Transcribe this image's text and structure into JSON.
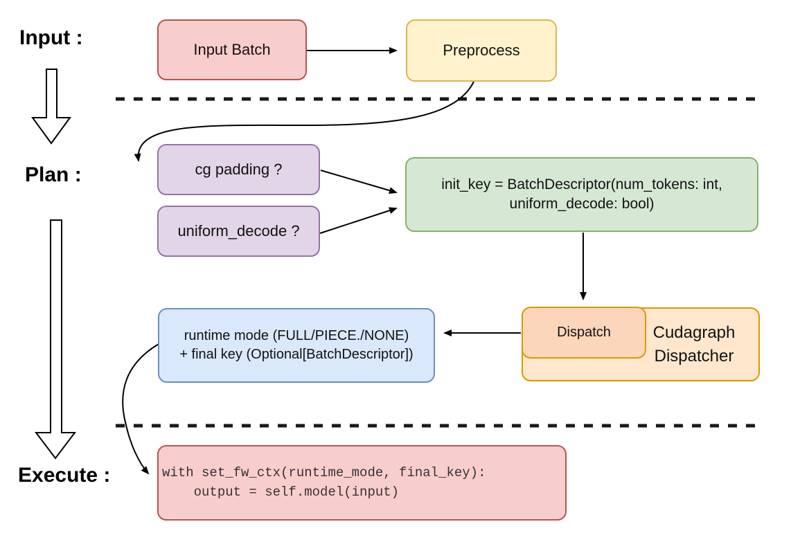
{
  "stage_labels": {
    "input": "Input :",
    "plan": "Plan :",
    "execute": "Execute :"
  },
  "nodes": {
    "input_batch": {
      "label": "Input Batch",
      "fill": "#f8cecc",
      "stroke": "#b85450"
    },
    "preprocess": {
      "label": "Preprocess",
      "fill": "#fff2cc",
      "stroke": "#d6b656"
    },
    "cg_padding": {
      "label": "cg padding ?",
      "fill": "#e1d5e7",
      "stroke": "#9673a6"
    },
    "uniform_decode": {
      "label": "uniform_decode ?",
      "fill": "#e1d5e7",
      "stroke": "#9673a6"
    },
    "init_key": {
      "line1": "init_key = BatchDescriptor(num_tokens: int,",
      "line2": "uniform_decode: bool)",
      "fill": "#d5e8d4",
      "stroke": "#82b366"
    },
    "dispatch": {
      "label": "Dispatch",
      "fill": "#fbd6ba",
      "stroke": "#d79b00"
    },
    "cudagraph_dispatcher": {
      "line1": "Cudagraph",
      "line2": "Dispatcher",
      "fill": "#ffe6cc",
      "stroke": "#d79b00"
    },
    "runtime_mode": {
      "line1": "runtime mode (FULL/PIECE./NONE)",
      "line2": "+ final key (Optional[BatchDescriptor])",
      "fill": "#dae8fc",
      "stroke": "#6c8ebf"
    },
    "execute_code": {
      "line1": "with set_fw_ctx(runtime_mode, final_key):",
      "line2": "    output = self.model(input)",
      "fill": "#f8cecc",
      "stroke": "#b85450"
    }
  },
  "edges": [
    {
      "from": "input_batch",
      "to": "preprocess"
    },
    {
      "from": "preprocess",
      "to": "cg_padding"
    },
    {
      "from": "cg_padding",
      "to": "init_key"
    },
    {
      "from": "uniform_decode",
      "to": "init_key"
    },
    {
      "from": "init_key",
      "to": "dispatch"
    },
    {
      "from": "dispatch",
      "to": "runtime_mode"
    },
    {
      "from": "runtime_mode",
      "to": "execute_code"
    },
    {
      "from": "stage_input",
      "to": "stage_plan"
    },
    {
      "from": "stage_plan",
      "to": "stage_execute"
    }
  ],
  "separator_color": "#1a1a1a",
  "arrow_color": "#000000"
}
